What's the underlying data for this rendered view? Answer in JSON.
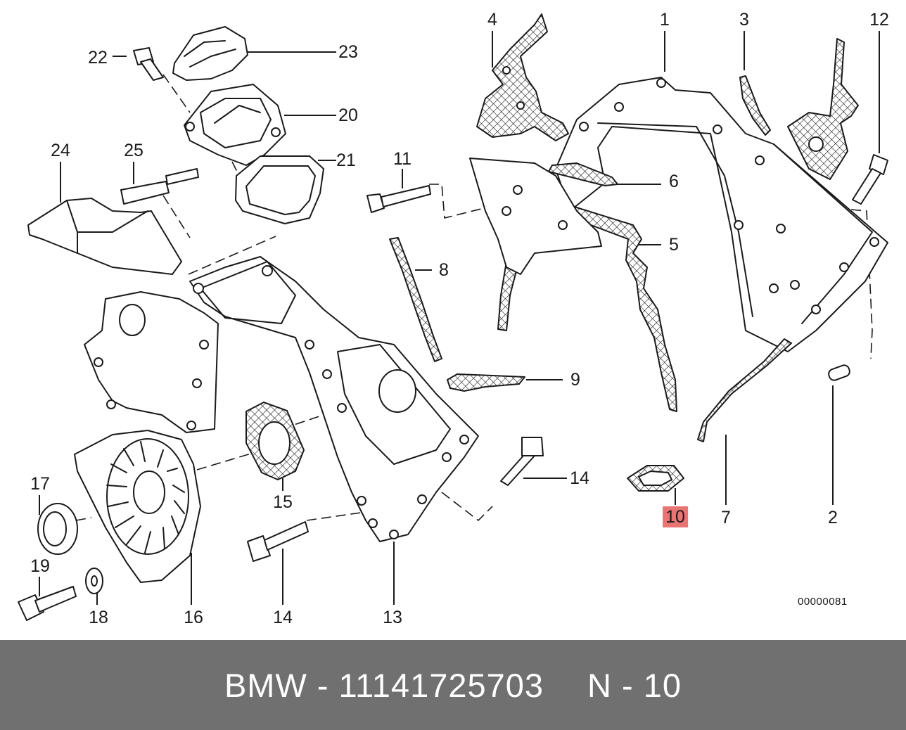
{
  "diagram": {
    "callouts": [
      {
        "id": "1",
        "label": "1"
      },
      {
        "id": "2",
        "label": "2"
      },
      {
        "id": "3",
        "label": "3"
      },
      {
        "id": "4",
        "label": "4"
      },
      {
        "id": "5",
        "label": "5"
      },
      {
        "id": "6",
        "label": "6"
      },
      {
        "id": "7",
        "label": "7"
      },
      {
        "id": "8",
        "label": "8"
      },
      {
        "id": "9",
        "label": "9"
      },
      {
        "id": "10",
        "label": "10",
        "highlighted": true
      },
      {
        "id": "11",
        "label": "11"
      },
      {
        "id": "12",
        "label": "12"
      },
      {
        "id": "13",
        "label": "13"
      },
      {
        "id": "14a",
        "label": "14"
      },
      {
        "id": "14b",
        "label": "14"
      },
      {
        "id": "15",
        "label": "15"
      },
      {
        "id": "16",
        "label": "16"
      },
      {
        "id": "17",
        "label": "17"
      },
      {
        "id": "18",
        "label": "18"
      },
      {
        "id": "19",
        "label": "19"
      },
      {
        "id": "20",
        "label": "20"
      },
      {
        "id": "21",
        "label": "21"
      },
      {
        "id": "22",
        "label": "22"
      },
      {
        "id": "23",
        "label": "23"
      },
      {
        "id": "24",
        "label": "24"
      },
      {
        "id": "25",
        "label": "25"
      }
    ],
    "catalog_ref": "00000081",
    "highlight_color": "#e87474"
  },
  "footer": {
    "brand": "BMW",
    "separator": "-",
    "part_number": "11141725703",
    "position_label": "N - 10",
    "background": "#707070",
    "text_color": "#ffffff"
  }
}
